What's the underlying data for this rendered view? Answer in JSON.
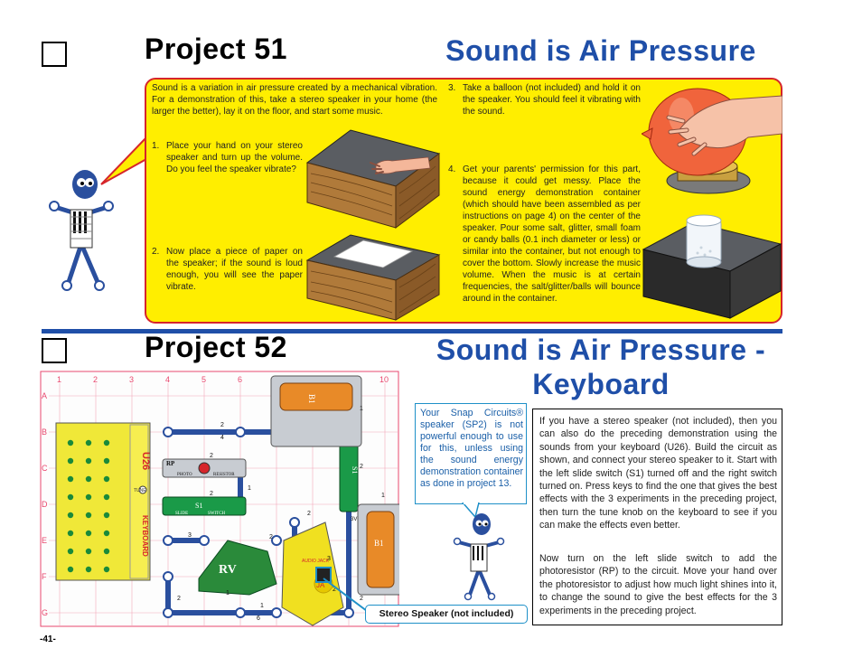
{
  "project51": {
    "title": "Project 51",
    "subtitle": "Sound is Air Pressure",
    "intro": "Sound is a variation in air pressure created by a mechanical vibration. For a demonstration of this, take a stereo speaker in your home (the larger the better), lay it on the floor, and start some music.",
    "steps": [
      {
        "num": "1.",
        "text": "Place your hand on your stereo speaker and turn up the volume. Do you feel the speaker vibrate?"
      },
      {
        "num": "2.",
        "text": "Now place a piece of paper on the speaker; if the sound is loud enough, you will see the paper vibrate."
      },
      {
        "num": "3.",
        "text": "Take a balloon (not included) and hold it on the speaker. You should feel it vibrating with the sound."
      },
      {
        "num": "4.",
        "text": "Get your parents' permission for this part, because it could get messy. Place the sound energy demonstration container (which should have been assembled as per instructions on page 4) on the center of the speaker. Pour some salt, glitter, small foam or candy balls (0.1 inch diameter or less) or similar into the container, but not enough to cover the bottom. Slowly increase the music volume. When the music is at certain frequencies, the salt/glitter/balls will bounce around in the container."
      }
    ]
  },
  "project52": {
    "title": "Project 52",
    "subtitle_line1": "Sound is Air Pressure -",
    "subtitle_line2": "Keyboard",
    "note": "Your Snap Circuits® speaker (SP2) is not powerful enough to use for this, unless using the sound energy demonstration container as done in project 13.",
    "instructions": [
      "If you have a stereo speaker (not included), then you can also do the preceding demonstration using the sounds from your keyboard (U26). Build the circuit as shown, and connect your stereo speaker to it. Start with the left slide switch (S1) turned off and the right switch turned on. Press keys to find the one that gives the best effects with the 3 experiments in the preceding project, then turn the tune knob on the keyboard to see if you can make the effects even better.",
      "Now turn on the left slide switch to add the photoresistor (RP) to the circuit. Move your hand over the photoresistor to adjust how much light shines into it, to change the sound to give the best effects for the 3 experiments in the preceding project."
    ],
    "callout": "Stereo Speaker (not included)"
  },
  "board": {
    "columns": [
      "1",
      "2",
      "3",
      "4",
      "5",
      "6",
      "10"
    ],
    "rows": [
      "A",
      "B",
      "C",
      "D",
      "E",
      "F",
      "G"
    ],
    "parts": {
      "keyboard": "KEYBOARD",
      "keyboard_id": "U26",
      "tune": "TUNE",
      "rp_label": "RP",
      "photo": "PHOTO",
      "resistor": "RESISTOR",
      "s1": "S1",
      "slide": "SLIDE",
      "switch": "SWITCH",
      "b1": "B1",
      "v3": "3V",
      "rv": "RV",
      "ja": "JA",
      "audio_jack": "AUDIO JACK"
    },
    "wire_numbers": [
      "2",
      "4",
      "2",
      "1",
      "2",
      "1",
      "2",
      "3",
      "1",
      "2",
      "1",
      "6",
      "2",
      "2",
      "1",
      "3",
      "2",
      "2"
    ]
  },
  "page_number": "-41-",
  "colors": {
    "title_blue": "#1f4fa8",
    "panel_yellow": "#ffee00",
    "panel_border": "#d6252b",
    "wire_blue": "#2a4f9e",
    "board_pink": "#e8486e",
    "board_bg": "#fdfdfd"
  }
}
